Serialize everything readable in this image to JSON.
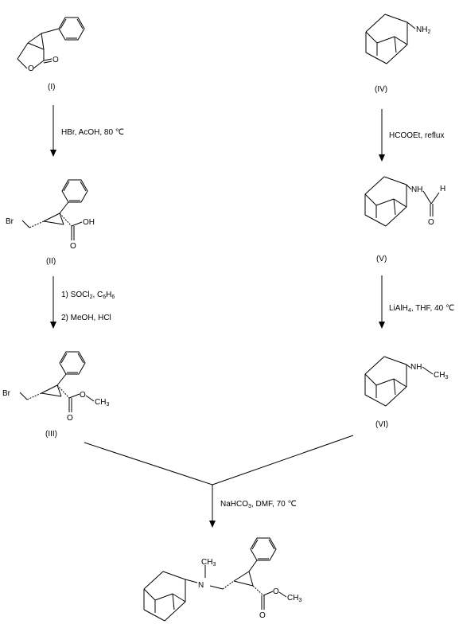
{
  "compounds": {
    "I": {
      "label": "(I)"
    },
    "II": {
      "label": "(II)"
    },
    "III": {
      "label": "(III)"
    },
    "IV": {
      "label": "(IV)"
    },
    "V": {
      "label": "(V)"
    },
    "VI": {
      "label": "(VI)"
    }
  },
  "atoms": {
    "o": "O",
    "br": "Br",
    "oh": "OH",
    "nh2_n": "NH",
    "nh2_sub": "2",
    "n": "N",
    "nh": "NH",
    "h": "H",
    "ch3_c": "CH",
    "ch3_sub": "3"
  },
  "conditions": {
    "step1": "HBr, AcOH, 80 ℃",
    "step2a_pre": "1) SOCl",
    "step2a_sub1": "2",
    "step2a_mid": ", C",
    "step2a_sub2": "6",
    "step2a_h": "H",
    "step2a_sub3": "6",
    "step2b": "2) MeOH, HCl",
    "step3": "HCOOEt, reflux",
    "step4_pre": "LiAlH",
    "step4_sub": "4",
    "step4_post": ", THF, 40 ℃",
    "step5_pre": "NaHCO",
    "step5_sub": "3",
    "step5_post": ", DMF, 70 ℃"
  }
}
